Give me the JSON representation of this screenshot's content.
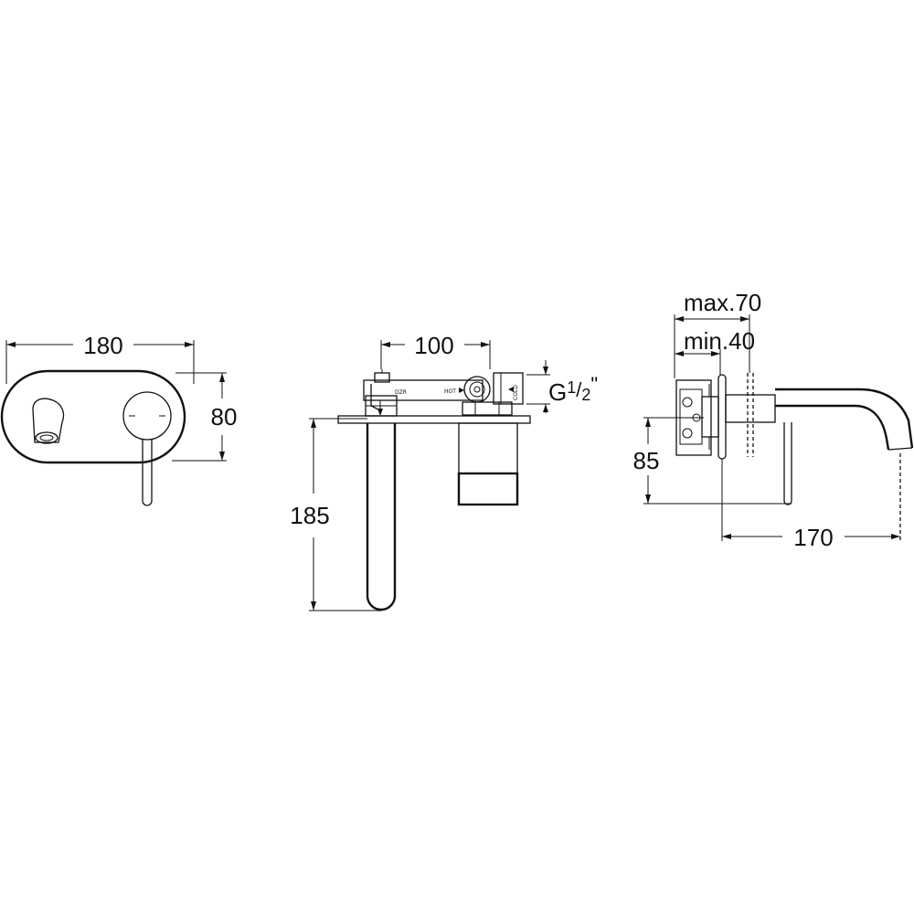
{
  "front_view": {
    "width_label": "180",
    "height_label": "80"
  },
  "top_view": {
    "spacing_label": "100",
    "depth_label": "185",
    "thread_label": {
      "main": "G",
      "sup": "1",
      "slash": "/",
      "sub": "2",
      "suffix": "\""
    },
    "body_labels": {
      "dzr": "DZR",
      "hot": "HOT",
      "cold": "COLD"
    }
  },
  "side_view": {
    "max_label": "max.70",
    "min_label": "min.40",
    "height_label": "85",
    "length_label": "170"
  }
}
